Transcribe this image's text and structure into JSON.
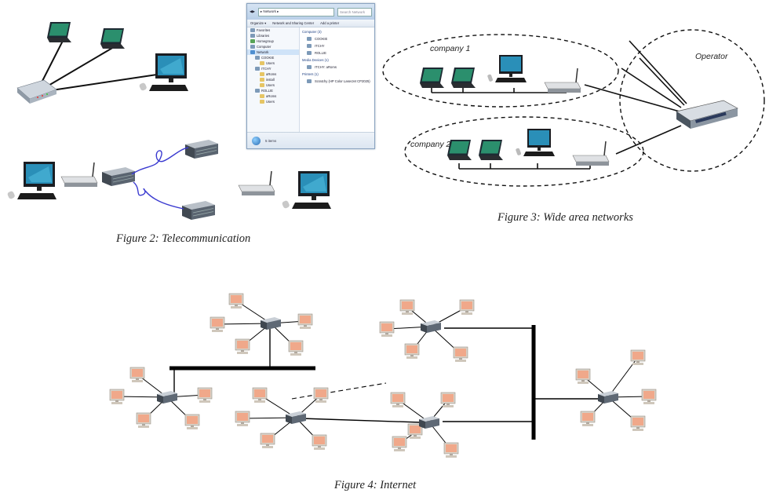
{
  "captions": {
    "fig2": "Figure 2: Telecommunication",
    "fig3": "Figure 3: Wide area networks",
    "fig4": "Figure 4: Internet"
  },
  "wan": {
    "company1": "company 1",
    "company2": "company 2",
    "operator": "Operator"
  },
  "explorer": {
    "address": "▸ Network ▸",
    "search_placeholder": "Search Network",
    "toolbar": [
      "Organize ▾",
      "Network and Sharing Center",
      "Add a printer"
    ],
    "sidebar": [
      {
        "label": "Favorites",
        "level": 0
      },
      {
        "label": "Libraries",
        "level": 0
      },
      {
        "label": "Homegroup",
        "level": 0
      },
      {
        "label": "Computer",
        "level": 0
      },
      {
        "label": "Network",
        "level": 0,
        "selected": true
      },
      {
        "label": "COOKIE",
        "level": 1
      },
      {
        "label": "Users",
        "level": 2
      },
      {
        "label": "ITCHY",
        "level": 1
      },
      {
        "label": "aRoms",
        "level": 2
      },
      {
        "label": "install",
        "level": 2
      },
      {
        "label": "Users",
        "level": 2
      },
      {
        "label": "ROLLIE",
        "level": 1
      },
      {
        "label": "aRoms",
        "level": 2
      },
      {
        "label": "Users",
        "level": 2
      }
    ],
    "groups": [
      {
        "title": "Computer (3)",
        "items": [
          "COOKIE",
          "ITCHY",
          "ROLLIE"
        ]
      },
      {
        "title": "Media Devices (1)",
        "items": [
          "ITCHY: aRoms"
        ]
      },
      {
        "title": "Printers (1)",
        "items": [
          "Scratchy (HP Color LaserJet CP2025)"
        ]
      }
    ],
    "status": "5 items"
  },
  "colors": {
    "line": "#000000",
    "cable": "#3a3ad0",
    "screen": "#2a8fb8",
    "router": "#9aa0aa",
    "pc": "#d9967a"
  }
}
